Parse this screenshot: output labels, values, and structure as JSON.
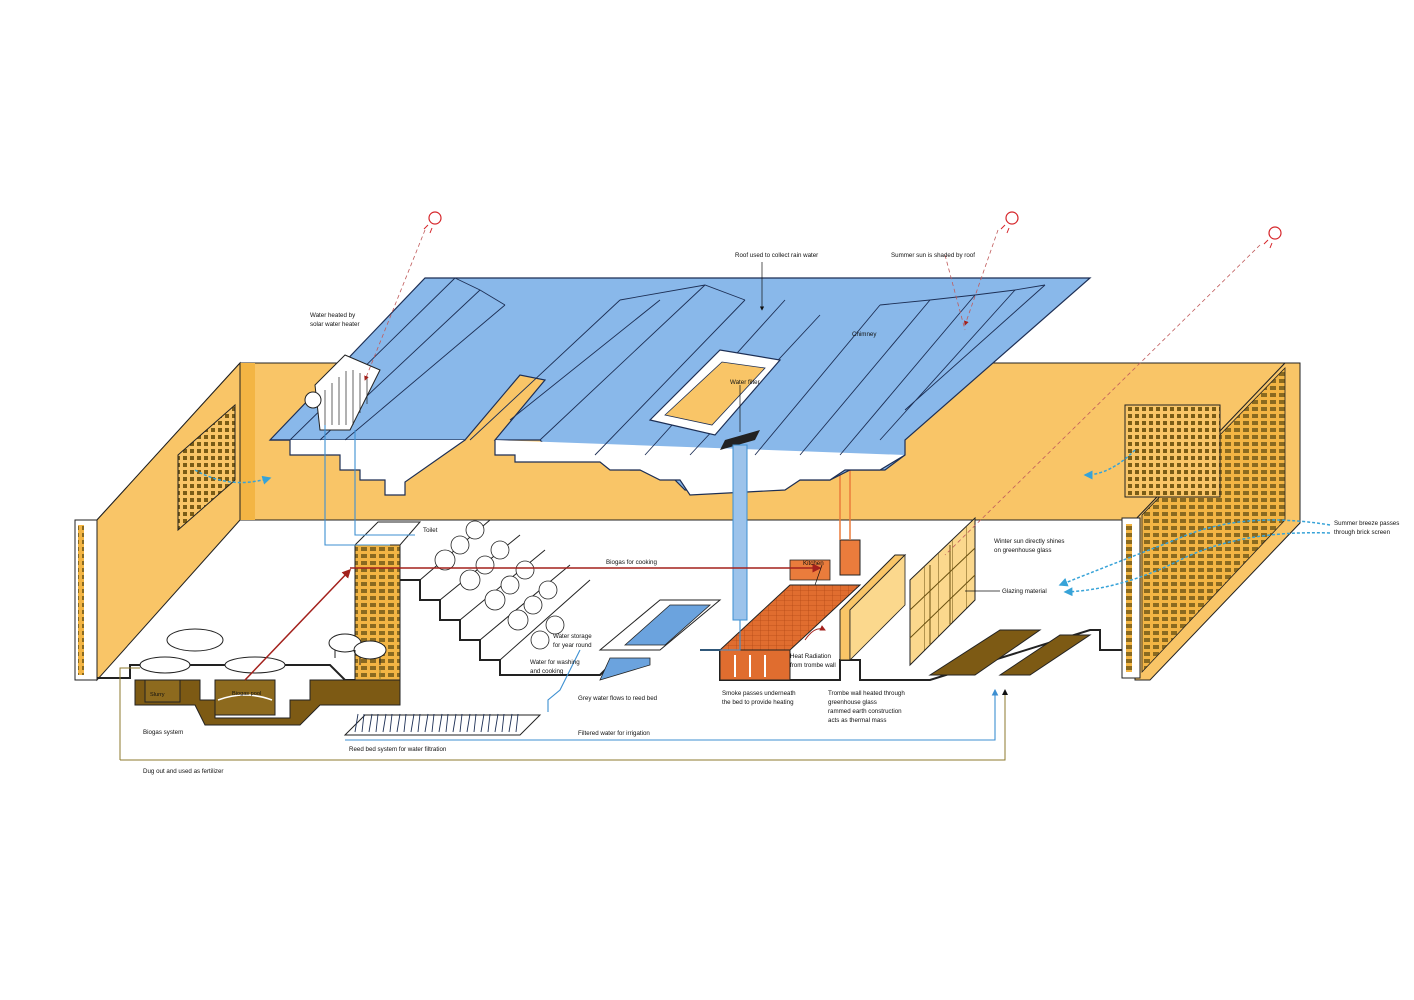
{
  "colors": {
    "roof_blue": "#89b8ea",
    "roof_edge": "#1d2f55",
    "wall_yellow": "#f9c567",
    "wall_yellow_dark": "#f3b544",
    "chimney_orange": "#ea7c3c",
    "soil_brown": "#7d5a14",
    "water_blue": "#6ba3de",
    "grey_line": "#3d8fd1",
    "red_arrow": "#a3211c",
    "sun_red": "#d6262b",
    "breeze_blue": "#37a3d8",
    "ground_line": "#8c7a2e"
  },
  "icons": {
    "sun": "sun-icon",
    "pig": "pig-icon",
    "plants": "plant-icon",
    "reeds": "reed-icon"
  },
  "labels": {
    "roof_rain": "Roof used to collect rain water",
    "summer_sun": "Summer sun is shaded by roof",
    "solar_heater_1": "Water heated by",
    "solar_heater_2": "solar water heater",
    "chimney": "Chimney",
    "water_filter": "Water filter",
    "toilet": "Toilet",
    "biogas_cooking": "Biogas for cooking",
    "kitchen": "Kitchen",
    "winter_sun_1": "Winter sun directly shines",
    "winter_sun_2": "on greenhouse glass",
    "summer_breeze_1": "Summer breeze passes",
    "summer_breeze_2": "through brick screen",
    "glazing": "Glazing material",
    "water_storage_1": "Water storage",
    "water_storage_2": "for year round",
    "water_washing_1": "Water for washing",
    "water_washing_2": "and cooking",
    "heat_radiation_1": "Heat Radiation",
    "heat_radiation_2": "from trombe wall",
    "slurry": "Slurry",
    "biogas_pool": "Biogas pool",
    "grey_water": "Grey water flows to reed bed",
    "smoke_1": "Smoke passes underneath",
    "smoke_2": "the bed to provide heating",
    "trombe_1": "Trombe wall heated through",
    "trombe_2": "greenhouse glass",
    "trombe_3": "rammed earth construction",
    "trombe_4": "acts as thermal mass",
    "biogas_system": "Biogas system",
    "filtered_water": "Filtered water for irrigation",
    "reed_bed": "Reed bed system for water filtration",
    "fertilizer": "Dug out and used as fertilizer"
  }
}
